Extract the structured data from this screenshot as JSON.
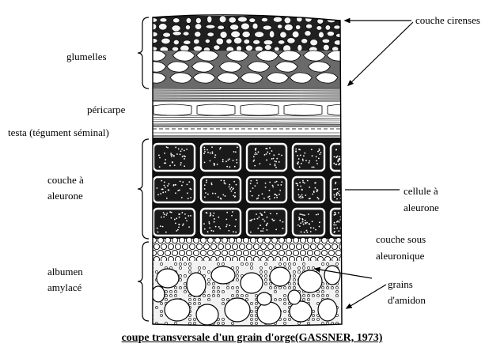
{
  "labels": {
    "glumelles": "glumelles",
    "pericarpe": "péricarpe",
    "testa": "testa (tégument séminal)",
    "couche_aleurone_1": "couche à",
    "couche_aleurone_2": "aleurone",
    "albumen_1": "albumen",
    "albumen_2": "amylacé",
    "couche_cirenses": "couche cirenses",
    "cellule_aleurone_1": "cellule à",
    "cellule_aleurone_2": "aleurone",
    "sous_aleuronique_1": "couche sous",
    "sous_aleuronique_2": "aleuronique",
    "grains_1": "grains",
    "grains_2": "d'amidon"
  },
  "caption": "coupe transversale d'un grain d'orge(GASSNER, 1973)"
}
